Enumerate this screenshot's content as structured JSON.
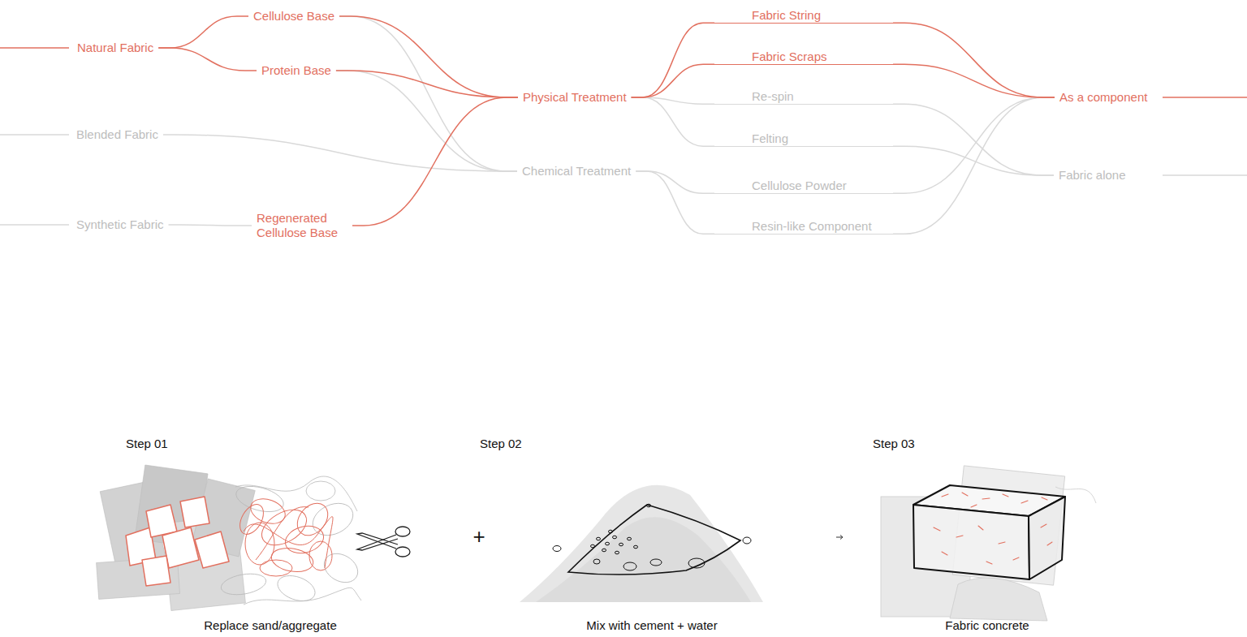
{
  "diagram": {
    "nodes": [
      {
        "text": [
          "Natural Fabric"
        ]
      },
      {
        "text": [
          "Cellulose Base"
        ]
      },
      {
        "text": [
          "Protein Base"
        ]
      },
      {
        "text": [
          "Blended Fabric"
        ]
      },
      {
        "text": [
          "Synthetic Fabric"
        ]
      },
      {
        "text": [
          "Regenerated Cellulose Base"
        ]
      },
      {
        "text": [
          "Physical Treatment"
        ]
      },
      {
        "text": [
          "Chemical Treatment"
        ]
      },
      {
        "text": [
          "Fabric String"
        ]
      },
      {
        "text": [
          "Fabric Scraps"
        ]
      },
      {
        "text": [
          "Re-spin"
        ]
      },
      {
        "text": [
          "Felting"
        ]
      },
      {
        "text": [
          "Cellulose Powder"
        ]
      },
      {
        "text": [
          "Resin-like Component"
        ]
      },
      {
        "text": [
          "As a component"
        ]
      },
      {
        "text": [
          "Fabric alone"
        ]
      }
    ],
    "edges": [
      {
        "from": 0,
        "to": 1,
        "arrow": "none"
      },
      {
        "from": 0,
        "to": 2,
        "arrow": "none"
      },
      {
        "from": 4,
        "to": 5,
        "arrow": "none"
      },
      {
        "from": 1,
        "to": 6,
        "arrow": "none"
      },
      {
        "from": 1,
        "to": 7,
        "arrow": "none"
      },
      {
        "from": 2,
        "to": 6,
        "arrow": "none"
      },
      {
        "from": 2,
        "to": 7,
        "arrow": "none"
      },
      {
        "from": 3,
        "to": 7,
        "arrow": "none"
      },
      {
        "from": 5,
        "to": 6,
        "arrow": "none"
      },
      {
        "from": 6,
        "to": 8,
        "arrow": "none"
      },
      {
        "from": 6,
        "to": 9,
        "arrow": "none"
      },
      {
        "from": 6,
        "to": 10,
        "arrow": "none"
      },
      {
        "from": 6,
        "to": 11,
        "arrow": "none"
      },
      {
        "from": 7,
        "to": 12,
        "arrow": "none"
      },
      {
        "from": 7,
        "to": 13,
        "arrow": "none"
      },
      {
        "from": 8,
        "to": 14,
        "arrow": "none"
      },
      {
        "from": 9,
        "to": 14,
        "arrow": "none"
      },
      {
        "from": 10,
        "to": 15,
        "arrow": "none"
      },
      {
        "from": 11,
        "to": 15,
        "arrow": "none"
      },
      {
        "from": 12,
        "to": 14,
        "arrow": "none"
      },
      {
        "from": 13,
        "to": 14,
        "arrow": "none"
      }
    ],
    "labels": [
      "Step 01",
      "Replace sand/aggregate",
      "Step 02",
      "+",
      "Mix with cement + water",
      "Step 03",
      "Fabric concrete"
    ]
  }
}
